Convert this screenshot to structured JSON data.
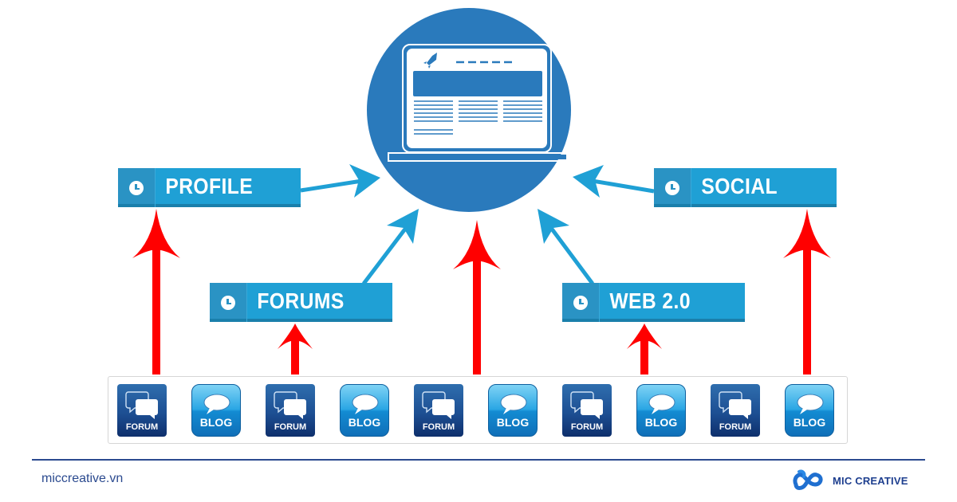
{
  "diagram": {
    "center_node": {
      "icon": "laptop-website-icon",
      "detail_icon": "rocket-icon"
    },
    "labels": [
      {
        "id": "profile",
        "text": "PROFILE",
        "icon": "clock-icon"
      },
      {
        "id": "social",
        "text": "SOCIAL",
        "icon": "clock-icon"
      },
      {
        "id": "forums",
        "text": "FORUMS",
        "icon": "clock-icon"
      },
      {
        "id": "web20",
        "text": "WEB 2.0",
        "icon": "clock-icon"
      }
    ],
    "tiles": [
      {
        "type": "forum",
        "label": "FORUM"
      },
      {
        "type": "blog",
        "label": "BLOG"
      },
      {
        "type": "forum",
        "label": "FORUM"
      },
      {
        "type": "blog",
        "label": "BLOG"
      },
      {
        "type": "forum",
        "label": "FORUM"
      },
      {
        "type": "blog",
        "label": "BLOG"
      },
      {
        "type": "forum",
        "label": "FORUM"
      },
      {
        "type": "blog",
        "label": "BLOG"
      },
      {
        "type": "forum",
        "label": "FORUM"
      },
      {
        "type": "blog",
        "label": "BLOG"
      }
    ],
    "colors": {
      "center": "#2a7abc",
      "label_bg": "#1fa0d5",
      "blue_arrow": "#1fa0d5",
      "red_arrow": "#ff0000"
    }
  },
  "footer": {
    "url": "miccreative.vn",
    "brand_name": "MIC CREATIVE",
    "brand_logo": "infinity-logo-icon"
  }
}
